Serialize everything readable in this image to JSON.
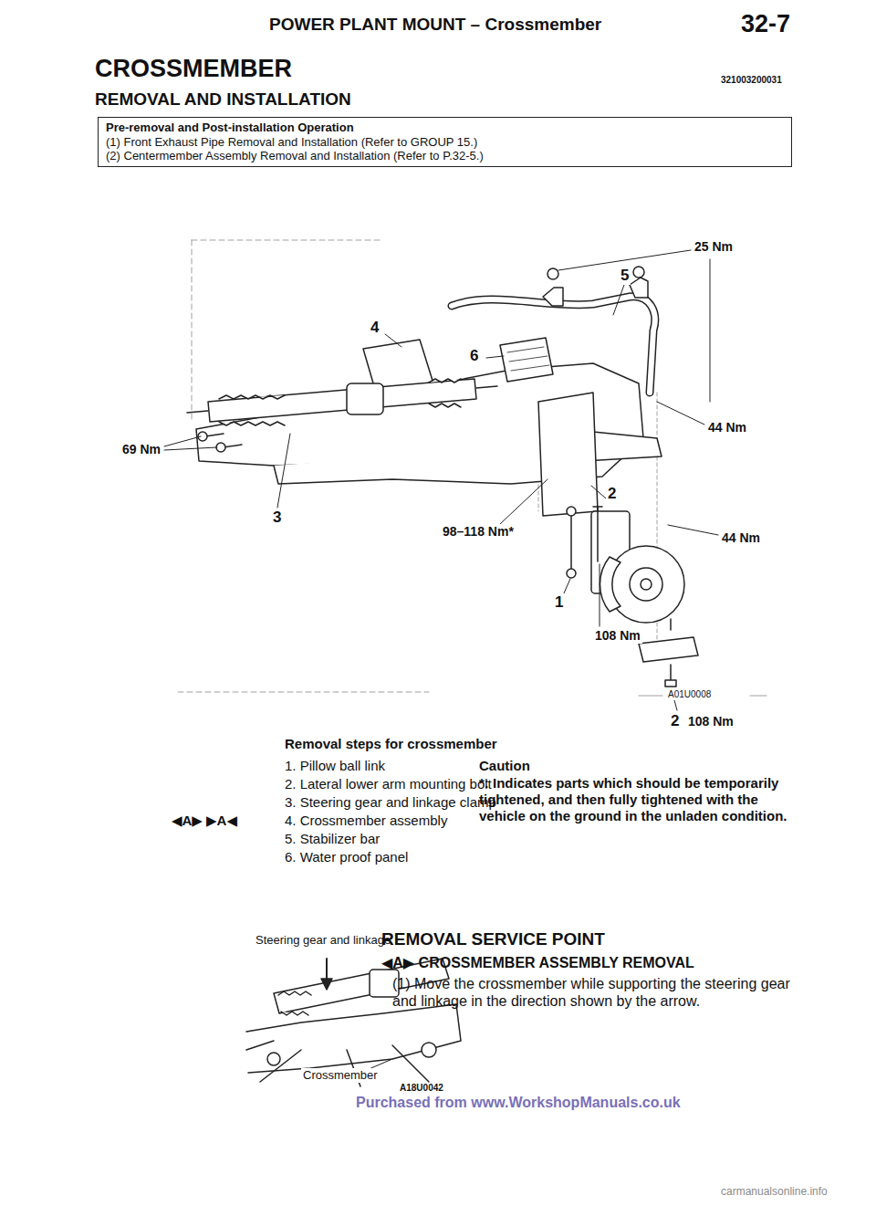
{
  "diagram": {
    "title": "CROSSMEMBER",
    "nodes": [
      {
        "text": [
          "Pre-removal and Post-installation Operation",
          "(1) Front Exhaust Pipe Removal and Installation (Refer to GROUP 15.)",
          "(2) Centermember Assembly Removal and Installation (Refer to P.32-5.)"
        ]
      }
    ],
    "labels": [
      "POWER PLANT MOUNT – Crossmember",
      "32-7",
      "321003200031",
      "REMOVAL AND INSTALLATION",
      "25 Nm",
      "5",
      "4",
      "6",
      "44 Nm",
      "69 Nm",
      "3",
      "98–118 Nm*",
      "2",
      "44 Nm",
      "1",
      "108 Nm",
      "A01U0008",
      "2",
      "108 Nm",
      "Removal steps for crossmember",
      "1. Pillow ball link",
      "2. Lateral lower arm mounting bolt",
      "3. Steering gear and linkage clamp",
      "◀A▶ ▶A◀",
      "4. Crossmember assembly",
      "5. Stabilizer bar",
      "6. Water proof panel",
      "Caution",
      "*: Indicates parts which should be temporarily tightened, and then fully tightened with the vehicle on the ground in the unladen condition.",
      "Steering gear and linkage",
      "Crossmember",
      "A18U0042",
      "REMOVAL SERVICE POINT",
      "◀A▶ CROSSMEMBER ASSEMBLY REMOVAL",
      "(1) Move the crossmember while supporting the steering gear and linkage in the direction shown by the arrow.",
      "Purchased from www.WorkshopManuals.co.uk",
      "carmanualsonline.info"
    ]
  }
}
